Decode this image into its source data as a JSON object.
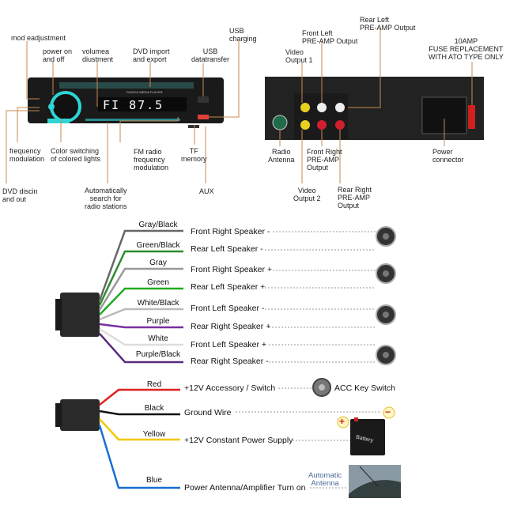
{
  "head_unit": {
    "display_text": "FI 87.5",
    "brand_text": "DVD/CD MEDIA PLAYER",
    "labels": {
      "mode_adjustment": "mod eadjustment",
      "power": "power on\nand off",
      "volume": "volumea\ndiustment",
      "dvd_import": "DVD import\nand export",
      "usb_data": "USB\ndatatransfer",
      "usb_charging": "USB\ncharging",
      "frequency_modulation": "frequency\nmodulation",
      "color_switching": "Color switching\nof colored lights",
      "fm_radio": "FM radio\nfrequency\nmodulation",
      "tf_memory": "TF\nmemory",
      "dvd_disc": "DVD discin\nand out",
      "auto_search": "Automatically\nsearch for\nradio stations",
      "aux": "AUX"
    }
  },
  "back_panel": {
    "labels": {
      "rear_left": "Rear Left\nPRE-AMP Output",
      "front_left": "Front Left\nPRE-AMP Output",
      "video1": "Video\nOutput 1",
      "fuse": "10AMP\nFUSE REPLACEMENT\nWITH ATO TYPE ONLY",
      "radio_antenna": "Radio\nAntenna",
      "front_right": "Front Right\nPRE-AMP\nOutput",
      "power_connector": "Power\nconnector",
      "video2": "Video\nOutput 2",
      "rear_right": "Rear Right\nPRE-AMP\nOutput"
    }
  },
  "speaker_wires": [
    {
      "color_name": "Gray/Black",
      "function": "Front Right Speaker -",
      "color": "#666666"
    },
    {
      "color_name": "Green/Black",
      "function": "Rear Left Speaker -",
      "color": "#2e8b2e"
    },
    {
      "color_name": "Gray",
      "function": "Front Right Speaker +",
      "color": "#999999"
    },
    {
      "color_name": "Green",
      "function": "Rear Left Speaker +",
      "color": "#22aa22"
    },
    {
      "color_name": "White/Black",
      "function": "Front Left Speaker -",
      "color": "#bbbbbb"
    },
    {
      "color_name": "Purple",
      "function": "Rear Right Speaker +",
      "color": "#7a2fa0"
    },
    {
      "color_name": "White",
      "function": "Front Left Speaker +",
      "color": "#dddddd"
    },
    {
      "color_name": "Purple/Black",
      "function": "Rear Right Speaker -",
      "color": "#5a2a80"
    }
  ],
  "power_wires": [
    {
      "color_name": "Red",
      "function": "+12V Accessory / Switch",
      "color": "#e02020",
      "target": "ACC Key Switch"
    },
    {
      "color_name": "Black",
      "function": "Ground Wire",
      "color": "#111111"
    },
    {
      "color_name": "Yellow",
      "function": "+12V Constant Power Supply",
      "color": "#f0c800"
    },
    {
      "color_name": "Blue",
      "function": "Power Antenna/Amplifier Turn on",
      "color": "#1a6fd0",
      "target": "Automatic\nAntenna"
    }
  ],
  "battery": {
    "label": "Battery",
    "plus": "+",
    "minus": "−"
  },
  "colors": {
    "leader_line": "#c88a50",
    "knob_glow": "#2fd4d4",
    "display": "#ffffff"
  }
}
